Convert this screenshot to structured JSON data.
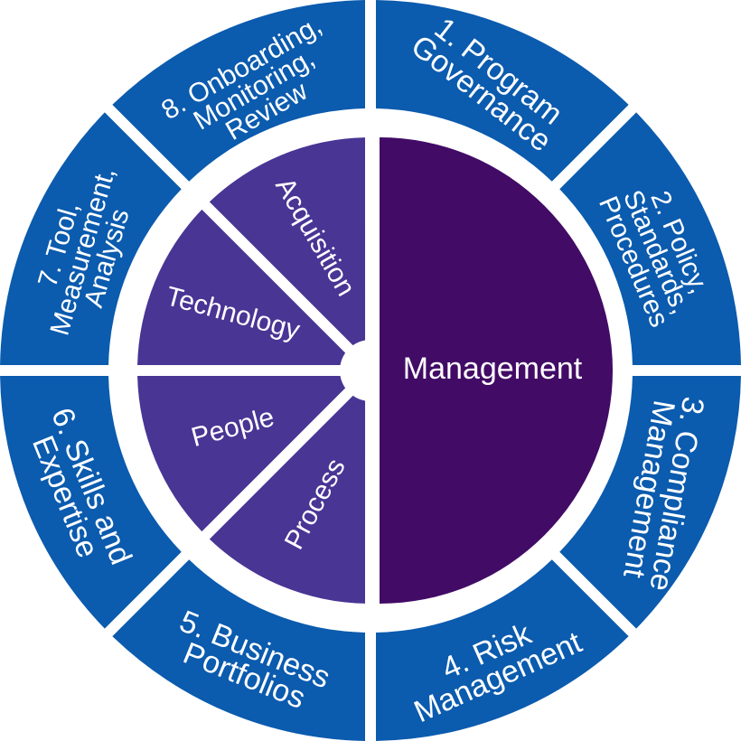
{
  "outer_ring": {
    "color": "#0B5BAE",
    "segments": [
      {
        "id": "program-governance",
        "lines": [
          "1. Program",
          "Governance"
        ]
      },
      {
        "id": "policy-standards-procedures",
        "lines": [
          "2. Policy,",
          "Standards,",
          "Procedures"
        ]
      },
      {
        "id": "compliance-management",
        "lines": [
          "3. Compliance",
          "Management"
        ]
      },
      {
        "id": "risk-management",
        "lines": [
          "4. Risk",
          "Management"
        ]
      },
      {
        "id": "business-portfolios",
        "lines": [
          "5. Business",
          "Portfolios"
        ]
      },
      {
        "id": "skills-and-expertise",
        "lines": [
          "6. Skills and",
          "Expertise"
        ]
      },
      {
        "id": "tool-measurement-analysis",
        "lines": [
          "7. Tool,",
          "Measurement,",
          "Analysis"
        ]
      },
      {
        "id": "onboarding-monitoring-review",
        "lines": [
          "8. Onboarding,",
          "Monitoring,",
          "Review"
        ]
      }
    ]
  },
  "inner_left": {
    "color": "#483594",
    "segments": [
      {
        "id": "acquisition",
        "label": "Acquisition"
      },
      {
        "id": "technology",
        "label": "Technology"
      },
      {
        "id": "people",
        "label": "People"
      },
      {
        "id": "process",
        "label": "Process"
      }
    ]
  },
  "center": {
    "color": "#420B66",
    "label": "Management"
  }
}
